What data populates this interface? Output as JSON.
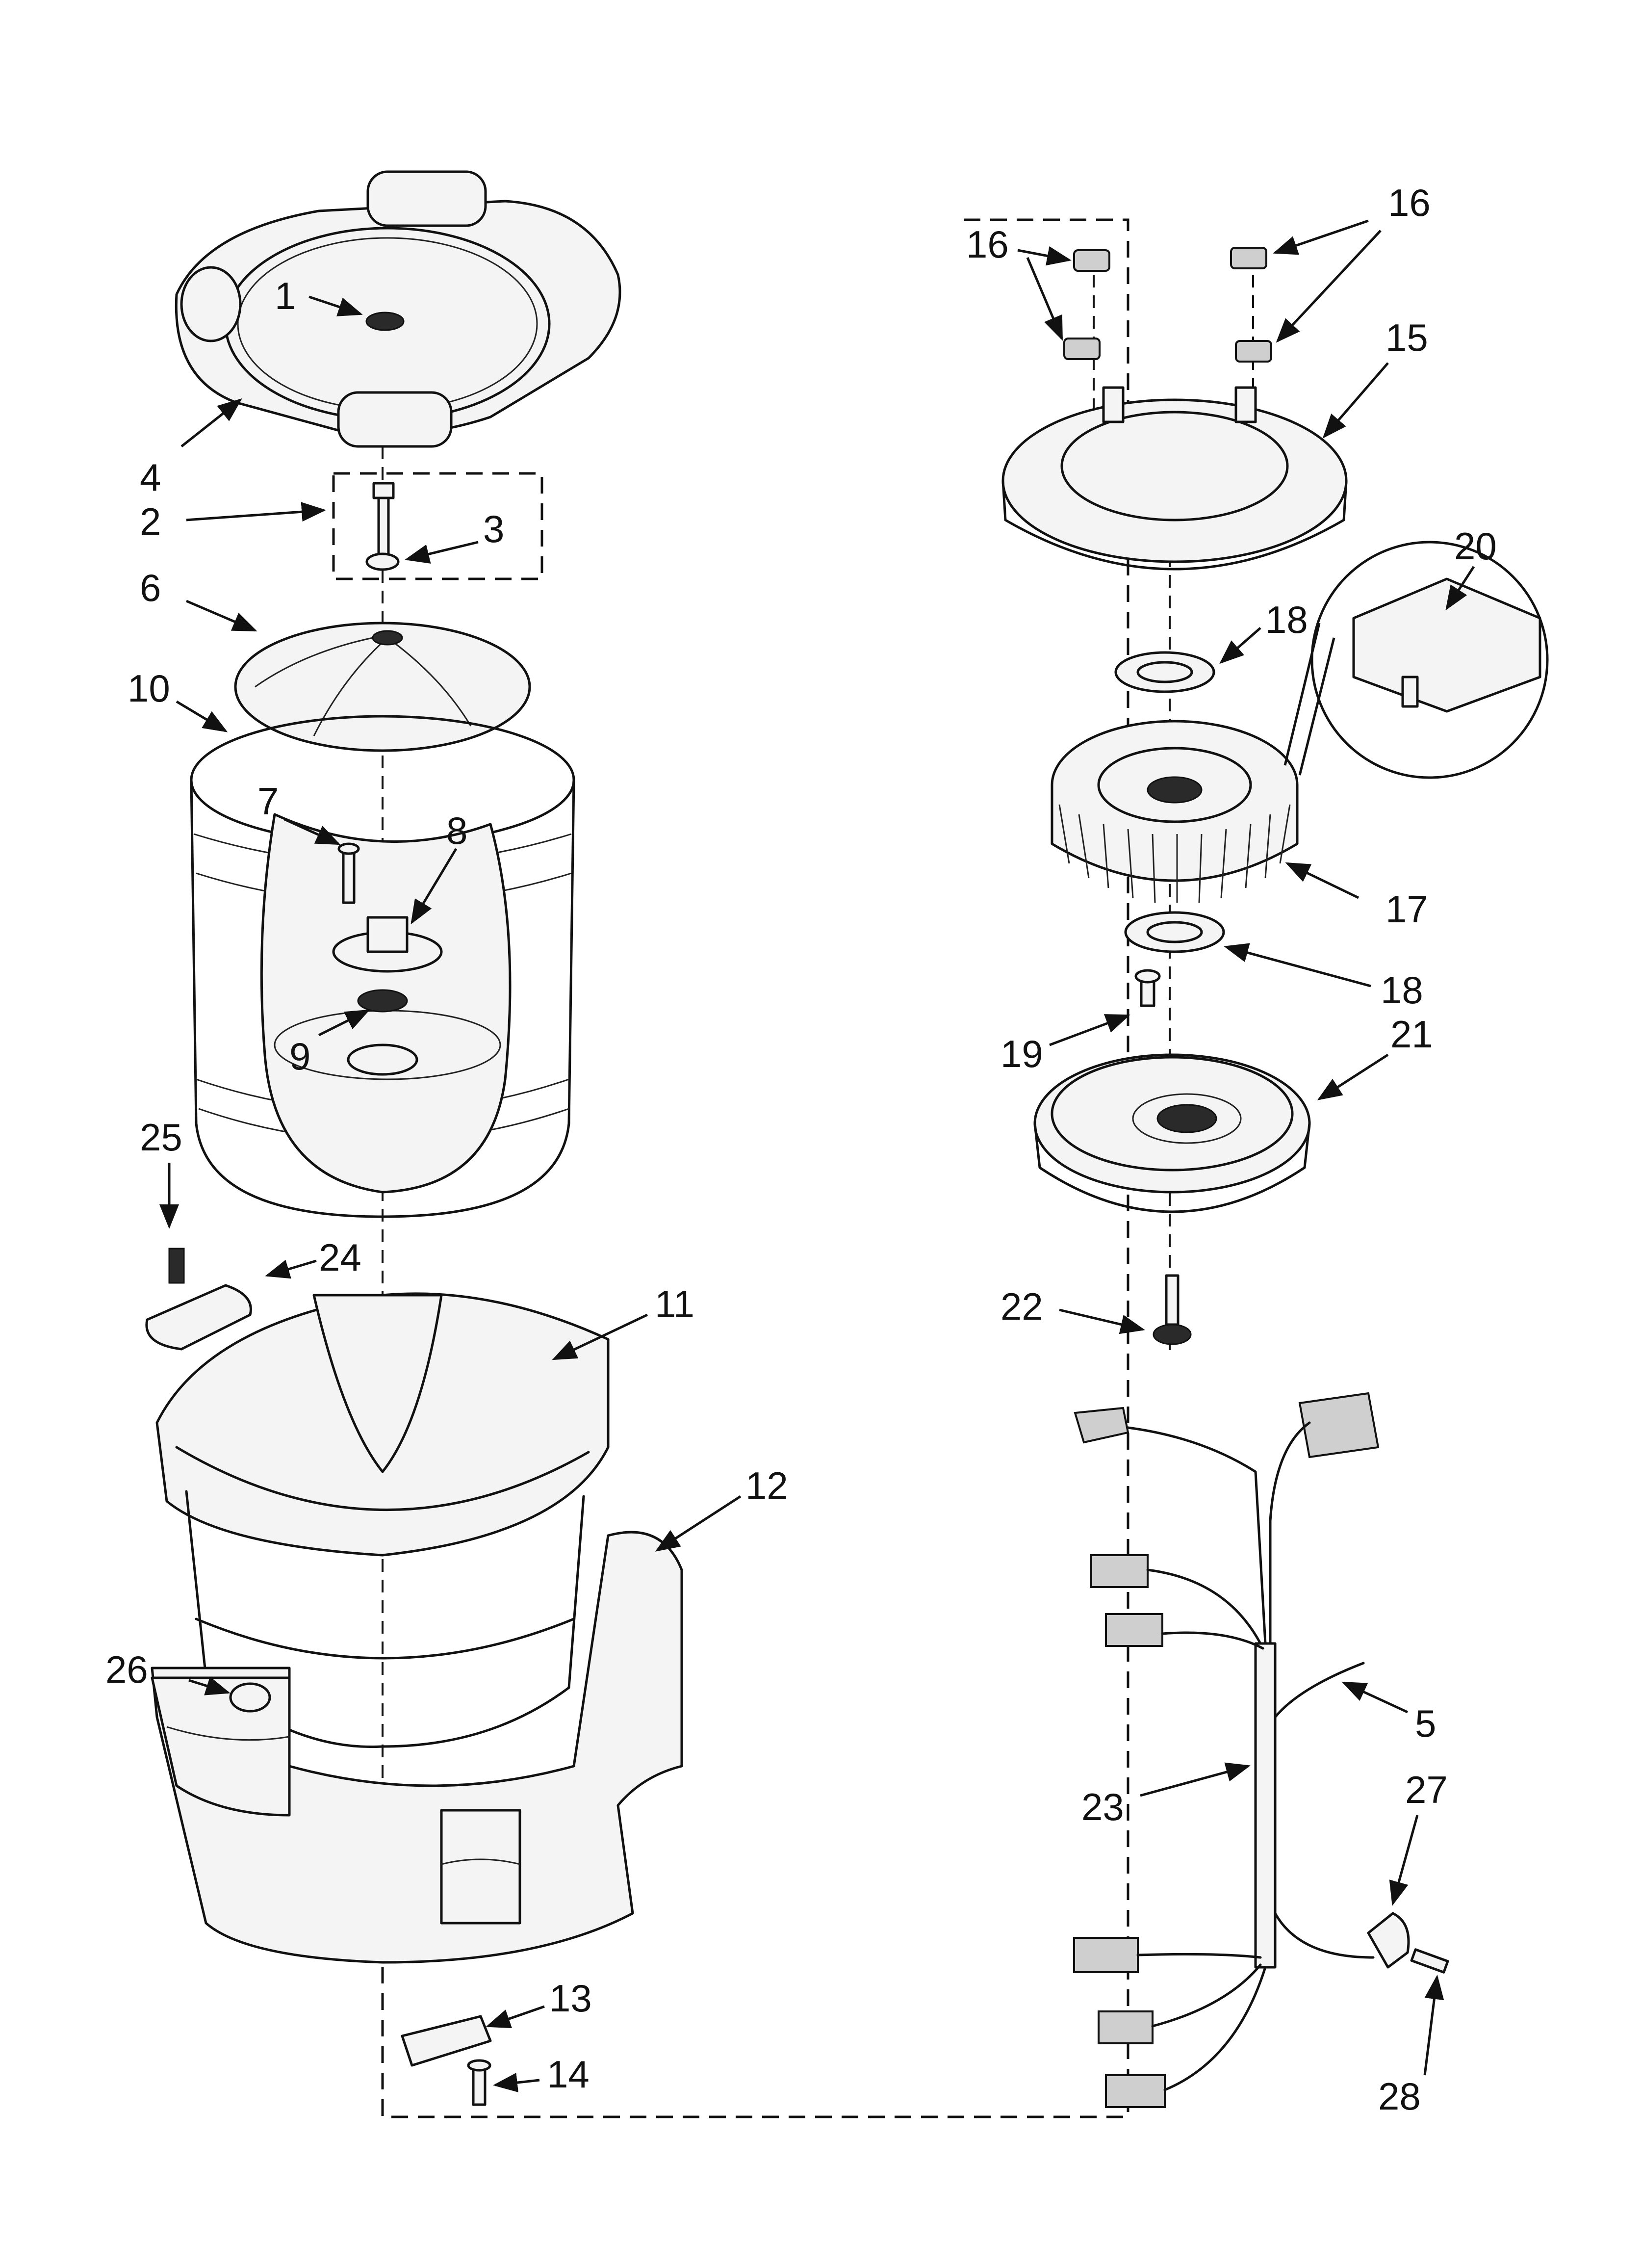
{
  "callouts": [
    {
      "id": "1",
      "label": "1"
    },
    {
      "id": "2",
      "label": "2"
    },
    {
      "id": "3",
      "label": "3"
    },
    {
      "id": "4",
      "label": "4"
    },
    {
      "id": "5",
      "label": "5"
    },
    {
      "id": "6",
      "label": "6"
    },
    {
      "id": "7",
      "label": "7"
    },
    {
      "id": "8",
      "label": "8"
    },
    {
      "id": "9",
      "label": "9"
    },
    {
      "id": "10",
      "label": "10"
    },
    {
      "id": "11",
      "label": "11"
    },
    {
      "id": "12",
      "label": "12"
    },
    {
      "id": "13",
      "label": "13"
    },
    {
      "id": "14",
      "label": "14"
    },
    {
      "id": "15",
      "label": "15"
    },
    {
      "id": "16a",
      "label": "16"
    },
    {
      "id": "16b",
      "label": "16"
    },
    {
      "id": "17",
      "label": "17"
    },
    {
      "id": "18a",
      "label": "18"
    },
    {
      "id": "18b",
      "label": "18"
    },
    {
      "id": "19",
      "label": "19"
    },
    {
      "id": "20",
      "label": "20"
    },
    {
      "id": "21",
      "label": "21"
    },
    {
      "id": "22",
      "label": "22"
    },
    {
      "id": "23",
      "label": "23"
    },
    {
      "id": "24",
      "label": "24"
    },
    {
      "id": "25",
      "label": "25"
    },
    {
      "id": "26",
      "label": "26"
    },
    {
      "id": "27",
      "label": "27"
    },
    {
      "id": "28",
      "label": "28"
    }
  ]
}
